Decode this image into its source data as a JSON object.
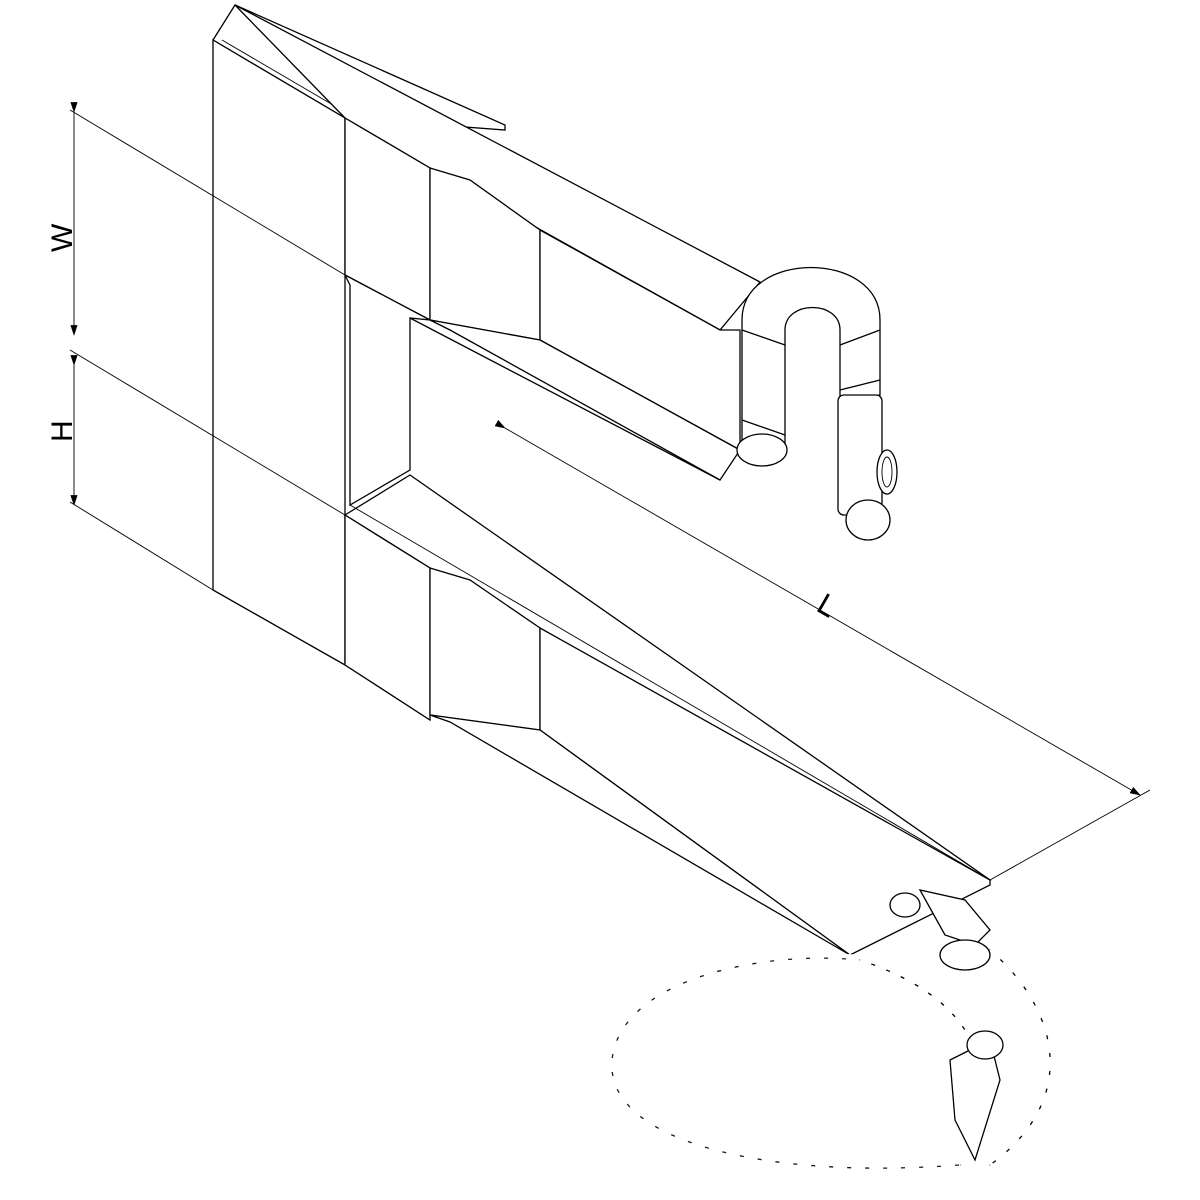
{
  "dimensions": {
    "width_label": "W",
    "height_label": "H",
    "length_label": "L"
  },
  "colors": {
    "line": "#000000",
    "background": "#ffffff"
  }
}
